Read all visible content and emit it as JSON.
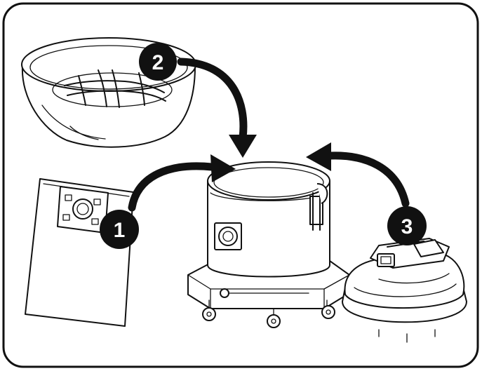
{
  "diagram": {
    "steps": [
      {
        "number": "1",
        "part": "filter-bag"
      },
      {
        "number": "2",
        "part": "filter-basket"
      },
      {
        "number": "3",
        "part": "motor-head"
      }
    ],
    "colors": {
      "line": "#111111",
      "background": "#ffffff",
      "badge_fill": "#111111",
      "badge_text": "#ffffff"
    }
  }
}
